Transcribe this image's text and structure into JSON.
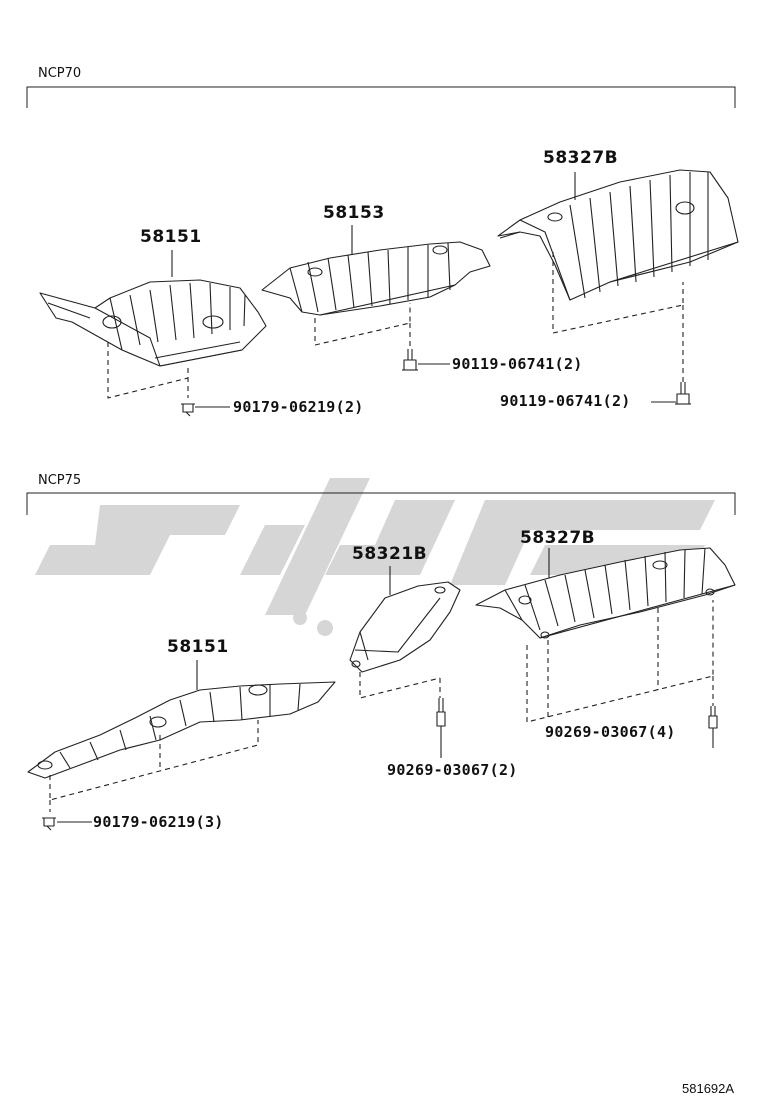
{
  "sections": [
    {
      "label": "NCP70",
      "parts": [
        "58151",
        "58153",
        "58327B"
      ],
      "fasteners": [
        "90179-06219(2)",
        "90119-06741(2)",
        "90119-06741(2)"
      ]
    },
    {
      "label": "NCP75",
      "parts": [
        "58151",
        "58321B",
        "58327B"
      ],
      "fasteners": [
        "90179-06219(3)",
        "90269-03067(2)",
        "90269-03067(4)"
      ]
    }
  ],
  "footer_code": "581692A",
  "colors": {
    "line": "#222222",
    "watermark": "#d4d4d4",
    "background": "#ffffff"
  }
}
